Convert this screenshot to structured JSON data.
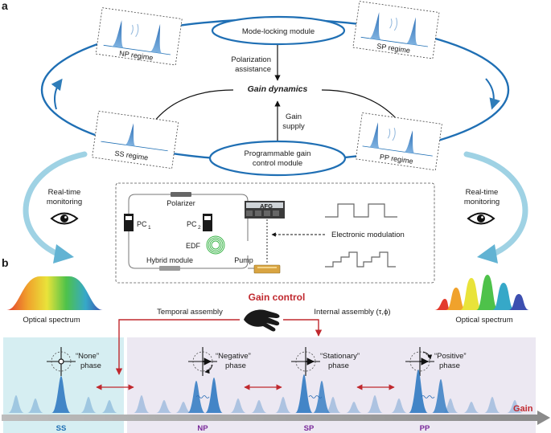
{
  "panels": {
    "a": "a",
    "b": "b"
  },
  "top": {
    "mode_locking_module": "Mode-locking module",
    "polarization_line1": "Polarization",
    "polarization_line2": "assistance",
    "gain_dynamics": "Gain dynamics",
    "gain_supply_line1": "Gain",
    "gain_supply_line2": "supply",
    "gain_control_line1": "Programmable gain",
    "gain_control_line2": "control module",
    "regimes": {
      "np": "NP regime",
      "sp": "SP regime",
      "ss": "SS regime",
      "pp": "PP regime"
    },
    "monitor_line1": "Real-time",
    "monitor_line2": "monitoring"
  },
  "setup": {
    "polarizer": "Polarizer",
    "pc1_main": "PC",
    "pc1_sub": "1",
    "pc2_main": "PC",
    "pc2_sub": "2",
    "edf": "EDF",
    "hybrid_module": "Hybrid module",
    "pump": "Pump",
    "afg": "AFG",
    "electronic_modulation": "Electronic modulation"
  },
  "bottom": {
    "gain_control": "Gain control",
    "temporal_assembly": "Temporal assembly",
    "internal_assembly": "Internal assembly (τ,ϕ)",
    "optical_spectrum": "Optical spectrum",
    "gain_axis": "Gain",
    "phases": [
      {
        "quote": "“None”",
        "word": "phase"
      },
      {
        "quote": "“Negative”",
        "word": "phase"
      },
      {
        "quote": "“Stationary”",
        "word": "phase"
      },
      {
        "quote": "“Positive”",
        "word": "phase"
      }
    ],
    "regime_labels": [
      "SS",
      "NP",
      "SP",
      "PP"
    ]
  },
  "colors": {
    "blue": "#1f6fb4",
    "pulse": "#3a7fc4",
    "red": "#c0282e",
    "purple": "#7a2a9a",
    "ss_label": "#1f6fb4",
    "ss_band": "#d6eef2",
    "np_band": "#ece8f2"
  }
}
